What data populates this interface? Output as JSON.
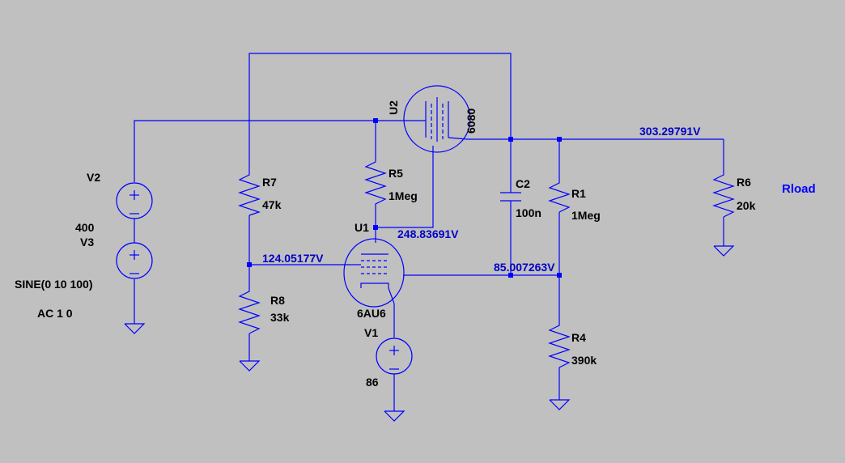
{
  "components": {
    "V2": {
      "name": "V2",
      "value": "400"
    },
    "V3": {
      "name": "V3",
      "value": "SINE(0 10 100)",
      "ac": "AC 1 0"
    },
    "V1": {
      "name": "V1",
      "value": "86"
    },
    "R7": {
      "name": "R7",
      "value": "47k"
    },
    "R8": {
      "name": "R8",
      "value": "33k"
    },
    "R5": {
      "name": "R5",
      "value": "1Meg"
    },
    "R1": {
      "name": "R1",
      "value": "1Meg"
    },
    "R4": {
      "name": "R4",
      "value": "390k"
    },
    "R6": {
      "name": "R6",
      "value": "20k"
    },
    "C2": {
      "name": "C2",
      "value": "100n"
    },
    "U1": {
      "name": "U1",
      "value": "6AU6"
    },
    "U2": {
      "name": "U2",
      "value": "6080"
    }
  },
  "net_labels": {
    "output": "303.29791V",
    "grid_u1": "124.05177V",
    "plate_u1": "248.83691V",
    "cathode_node": "85.007263V",
    "rload": "Rload"
  },
  "colors": {
    "background": "#c0c0c0",
    "wire": "#0000ff",
    "voltage_label": "#0000c8",
    "text": "#000000"
  }
}
